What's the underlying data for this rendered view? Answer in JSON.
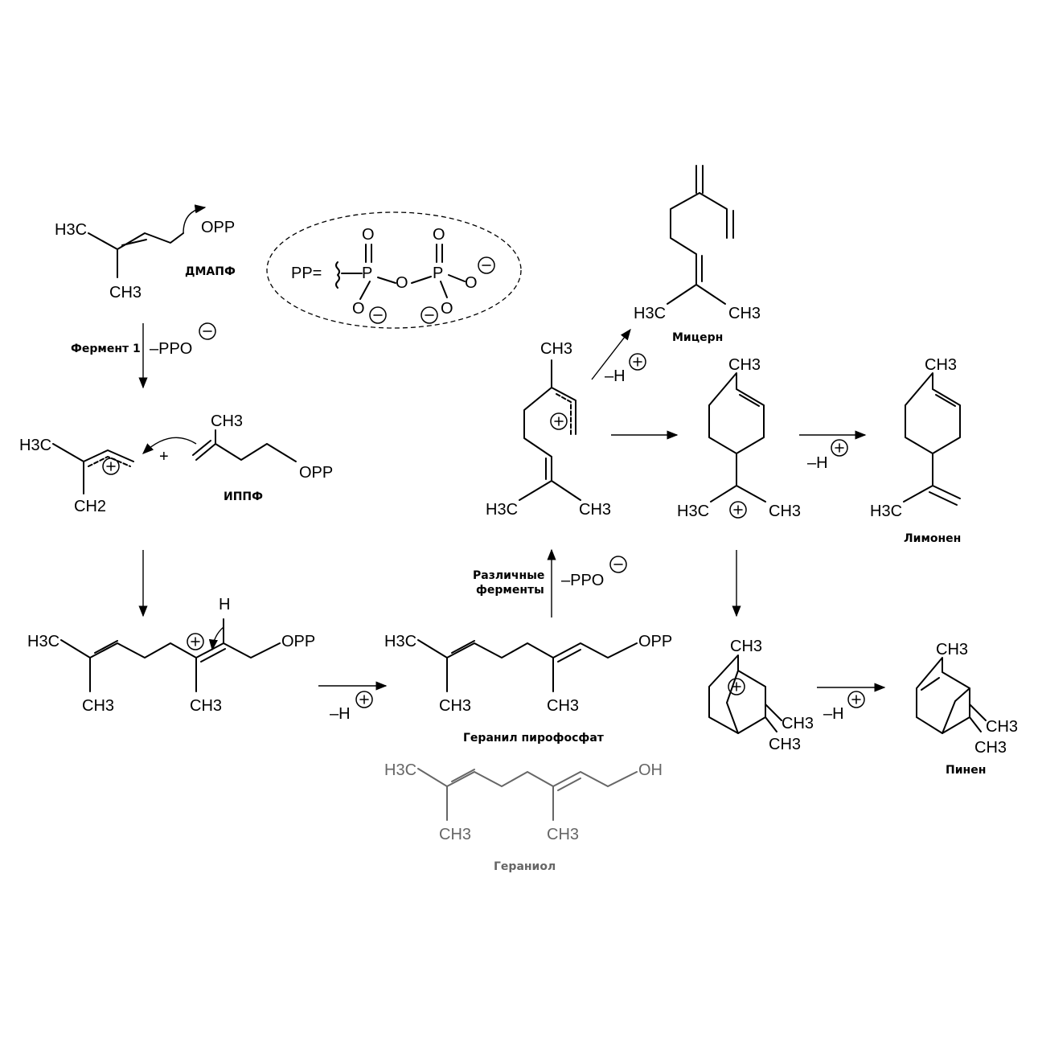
{
  "groups": {
    "h3c": "H3C",
    "ch3": "CH3",
    "ch2": "CH2",
    "opp": "OPP",
    "oh": "OH",
    "h": "H"
  },
  "labels": {
    "dmapp": "ДМАПФ",
    "ipp": "ИППФ",
    "gpp": "Геранил пирофосфат",
    "geraniol": "Гераниол",
    "myrcene": "Мицерн",
    "limonene": "Лимонен",
    "pinene": "Пинен"
  },
  "pp_definition": {
    "pp_eq": "PP=",
    "o_atom": "O",
    "p_atom": "P"
  },
  "steps": {
    "enzyme1": "Фермент 1",
    "various_enzymes_line1": "Различные",
    "various_enzymes_line2": "ферменты",
    "minus_ppo": "–PPO",
    "minus_h": "–H",
    "plus_sign": "+"
  },
  "colors": {
    "ink": "#000000",
    "geraniol": "#666666"
  }
}
